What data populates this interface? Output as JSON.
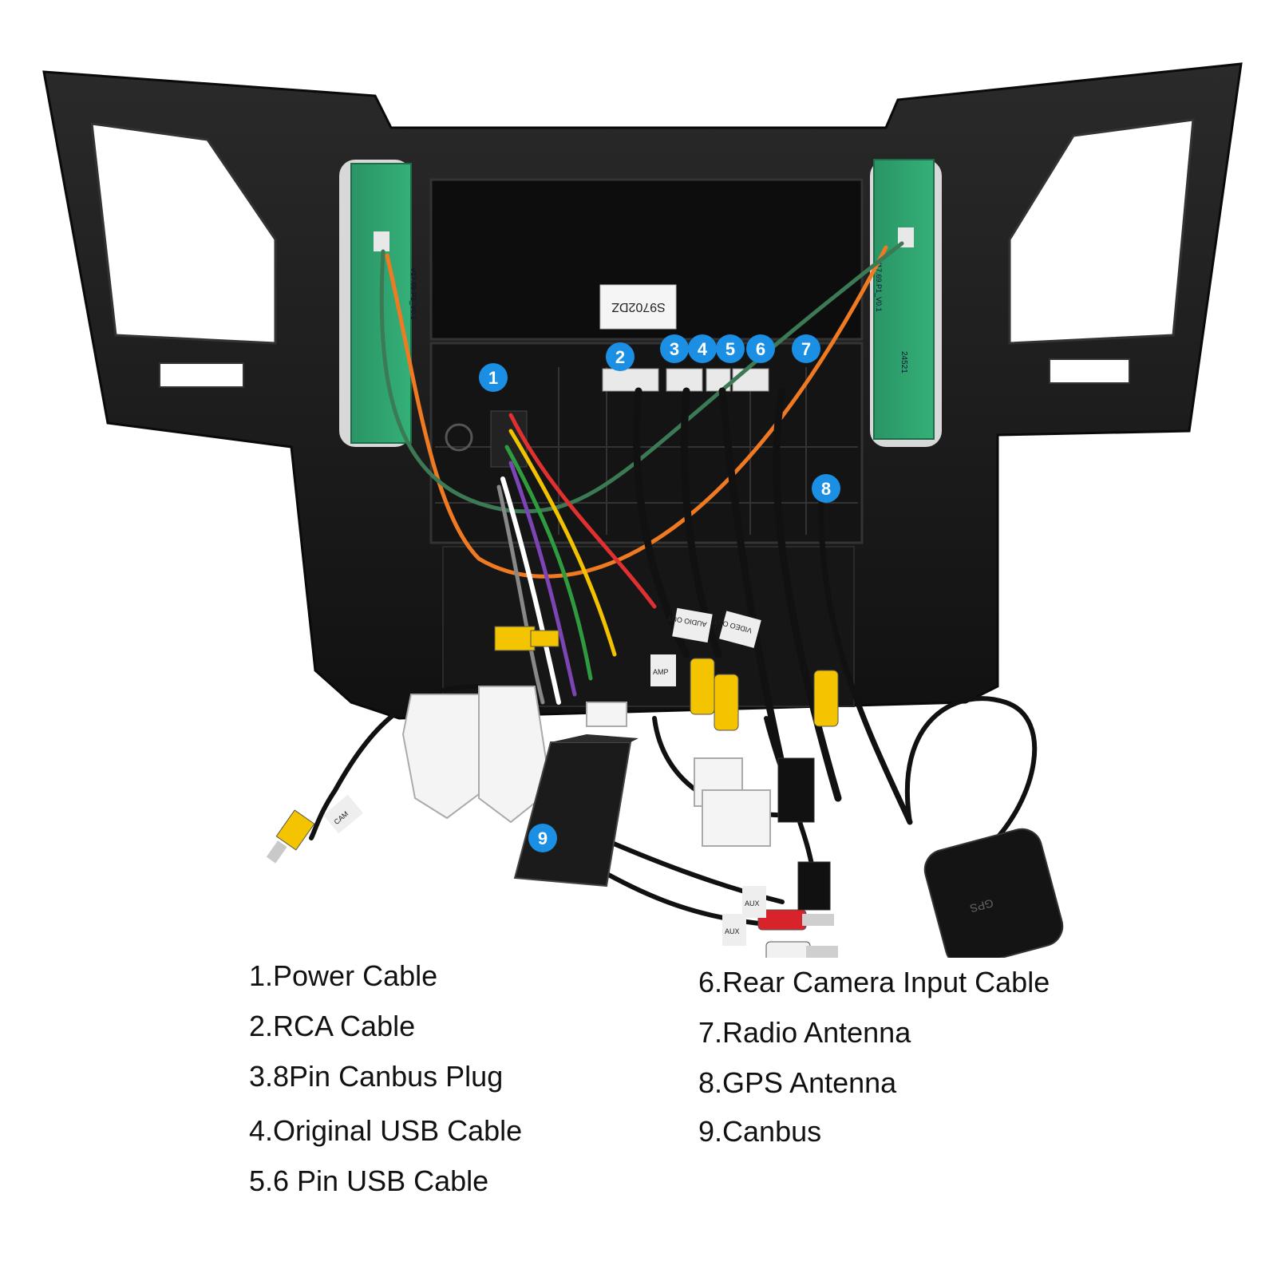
{
  "product": {
    "sticker_text": "S9702DZ",
    "pcb_left_text": "V17.69.P1_V0.1",
    "pcb_right_text": "V17.69.P1_V0.1",
    "pcb_code": "24521",
    "gps_module_text": "GPS",
    "cable_tags": [
      "VIDEO OUT",
      "AUDIO OUT",
      "AMP",
      "AUX",
      "AUX",
      "CAM"
    ]
  },
  "callouts": [
    "1",
    "2",
    "3",
    "4",
    "5",
    "6",
    "7",
    "8",
    "9"
  ],
  "legend": {
    "left": [
      "1.Power Cable",
      "2.RCA Cable",
      "3.8Pin Canbus Plug",
      "4.Original USB Cable",
      "5.6 Pin USB Cable"
    ],
    "right": [
      "6.Rear Camera Input Cable",
      "7.Radio Antenna",
      "8.GPS Antenna",
      "9.Canbus"
    ]
  },
  "colors": {
    "badge": "#1a8fe3",
    "frame": "#1a1a1a",
    "pcb": "#2e9f6c",
    "rca_yellow": "#f4c400",
    "rca_red": "#d8232a"
  }
}
